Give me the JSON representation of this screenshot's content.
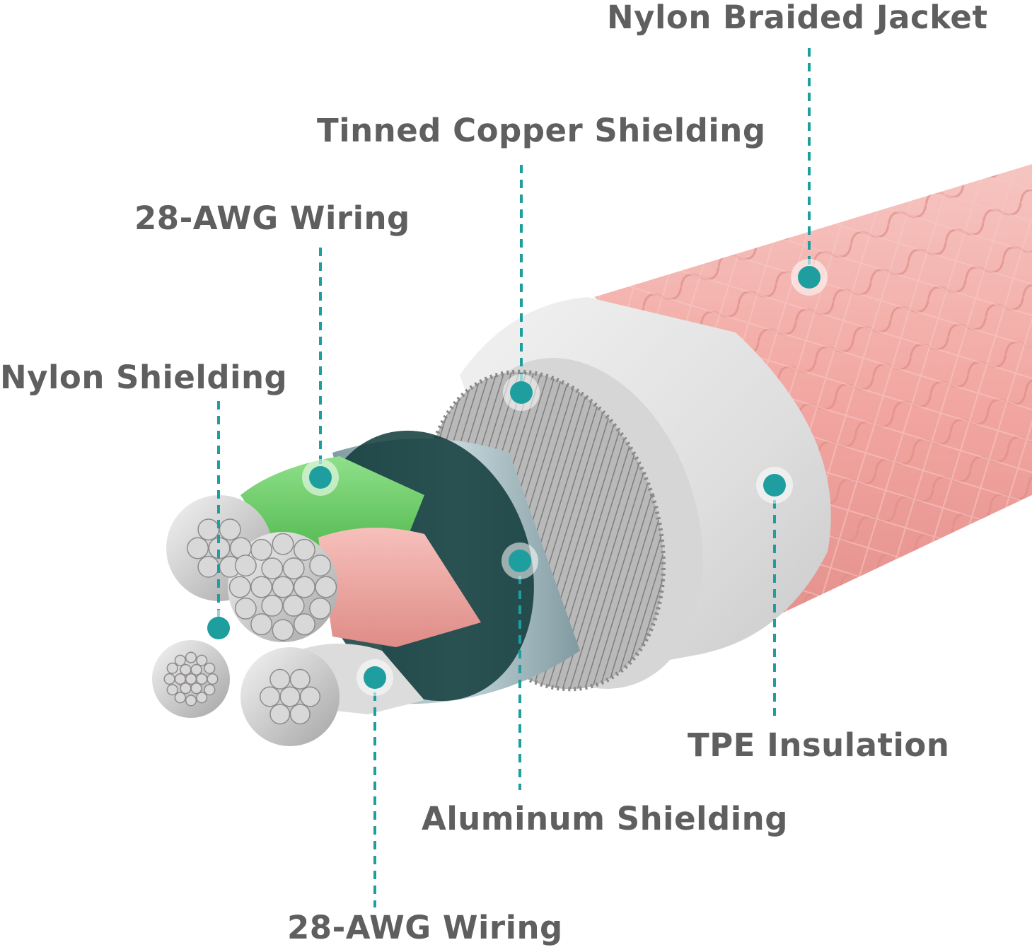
{
  "labels": {
    "nylon_braided_jacket": "Nylon Braided Jacket",
    "tinned_copper_shielding": "Tinned Copper Shielding",
    "awg_wiring_top": "28-AWG Wiring",
    "nylon_shielding": "Nylon Shielding",
    "tpe_insulation": "TPE Insulation",
    "aluminum_shielding": "Aluminum Shielding",
    "awg_wiring_bottom": "28-AWG Wiring"
  },
  "colors": {
    "label_text": "#5f5f5f",
    "callout": "#1f9ea0",
    "jacket": "#f2a7a4",
    "tpe": "#e2e2e2",
    "copper_braid": "#a9a9a9",
    "aluminum": "#9fb7bd",
    "wire_green": "#6fd06a",
    "wire_pink": "#f0a5a0",
    "wire_white": "#dcdcdc",
    "strand": "#cfcfcf"
  }
}
